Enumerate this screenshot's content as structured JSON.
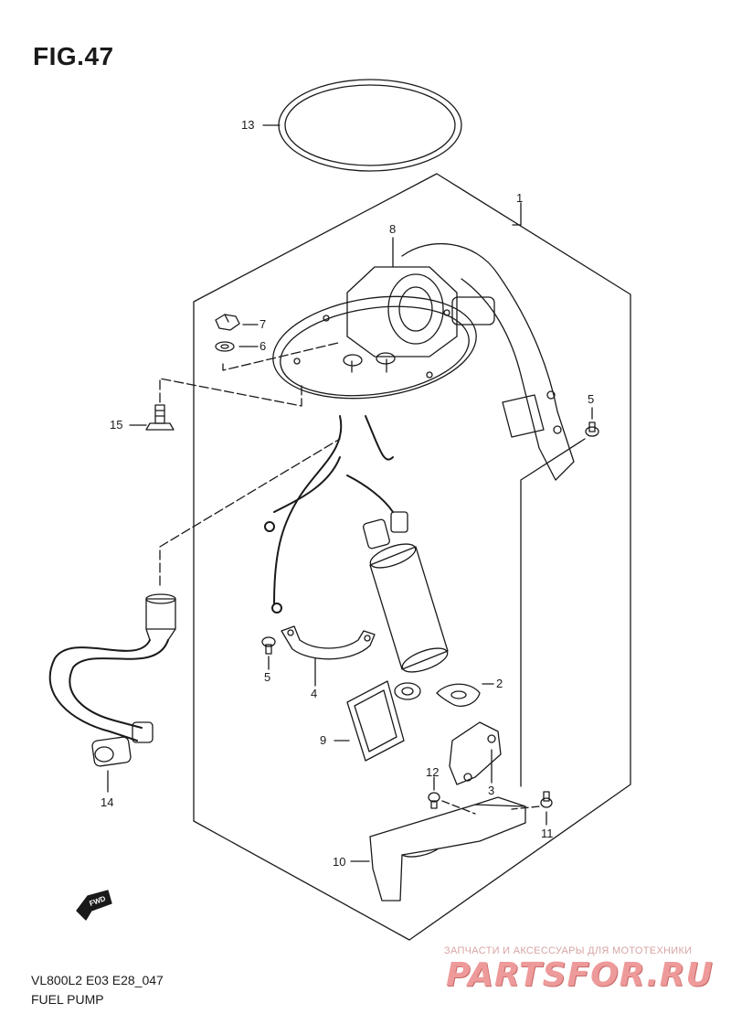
{
  "figure": {
    "title": "FIG.47",
    "model_code": "VL800L2 E03 E28_047",
    "assembly_name": "FUEL PUMP"
  },
  "callouts": [
    {
      "id": "c13",
      "label": "13"
    },
    {
      "id": "c1",
      "label": "1"
    },
    {
      "id": "c8",
      "label": "8"
    },
    {
      "id": "c7",
      "label": "7"
    },
    {
      "id": "c6",
      "label": "6"
    },
    {
      "id": "c5a",
      "label": "5"
    },
    {
      "id": "c15",
      "label": "15"
    },
    {
      "id": "c5b",
      "label": "5"
    },
    {
      "id": "c4",
      "label": "4"
    },
    {
      "id": "c2",
      "label": "2"
    },
    {
      "id": "c9",
      "label": "9"
    },
    {
      "id": "c12",
      "label": "12"
    },
    {
      "id": "c3",
      "label": "3"
    },
    {
      "id": "c14",
      "label": "14"
    },
    {
      "id": "c11",
      "label": "11"
    },
    {
      "id": "c10",
      "label": "10"
    }
  ],
  "direction_marker": {
    "label": "FWD"
  },
  "watermark": {
    "caption": "ЗАПЧАСТИ И АКСЕССУАРЫ ДЛЯ МОТОТЕХНИКИ",
    "logo": "PARTSFOR.RU"
  }
}
